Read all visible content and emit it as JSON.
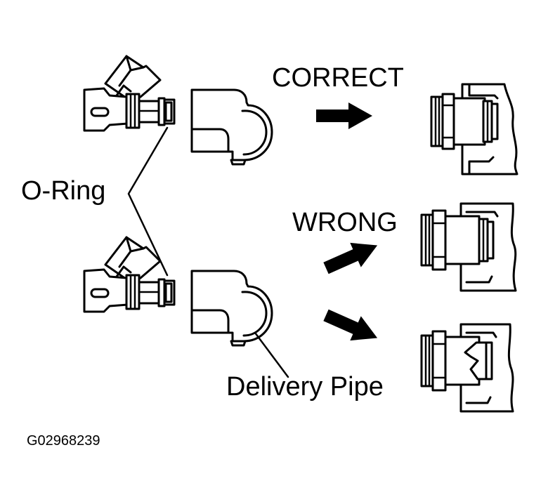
{
  "labels": {
    "correct": "CORRECT",
    "wrong": "WRONG",
    "o_ring": "O-Ring",
    "delivery_pipe": "Delivery Pipe",
    "figure_id": "G02968239"
  },
  "icons": {
    "arrow": "arrow-right-icon",
    "injector": "fuel-injector-icon",
    "pipe": "delivery-pipe-icon"
  },
  "colors": {
    "ink": "#000000",
    "paper": "#ffffff"
  }
}
